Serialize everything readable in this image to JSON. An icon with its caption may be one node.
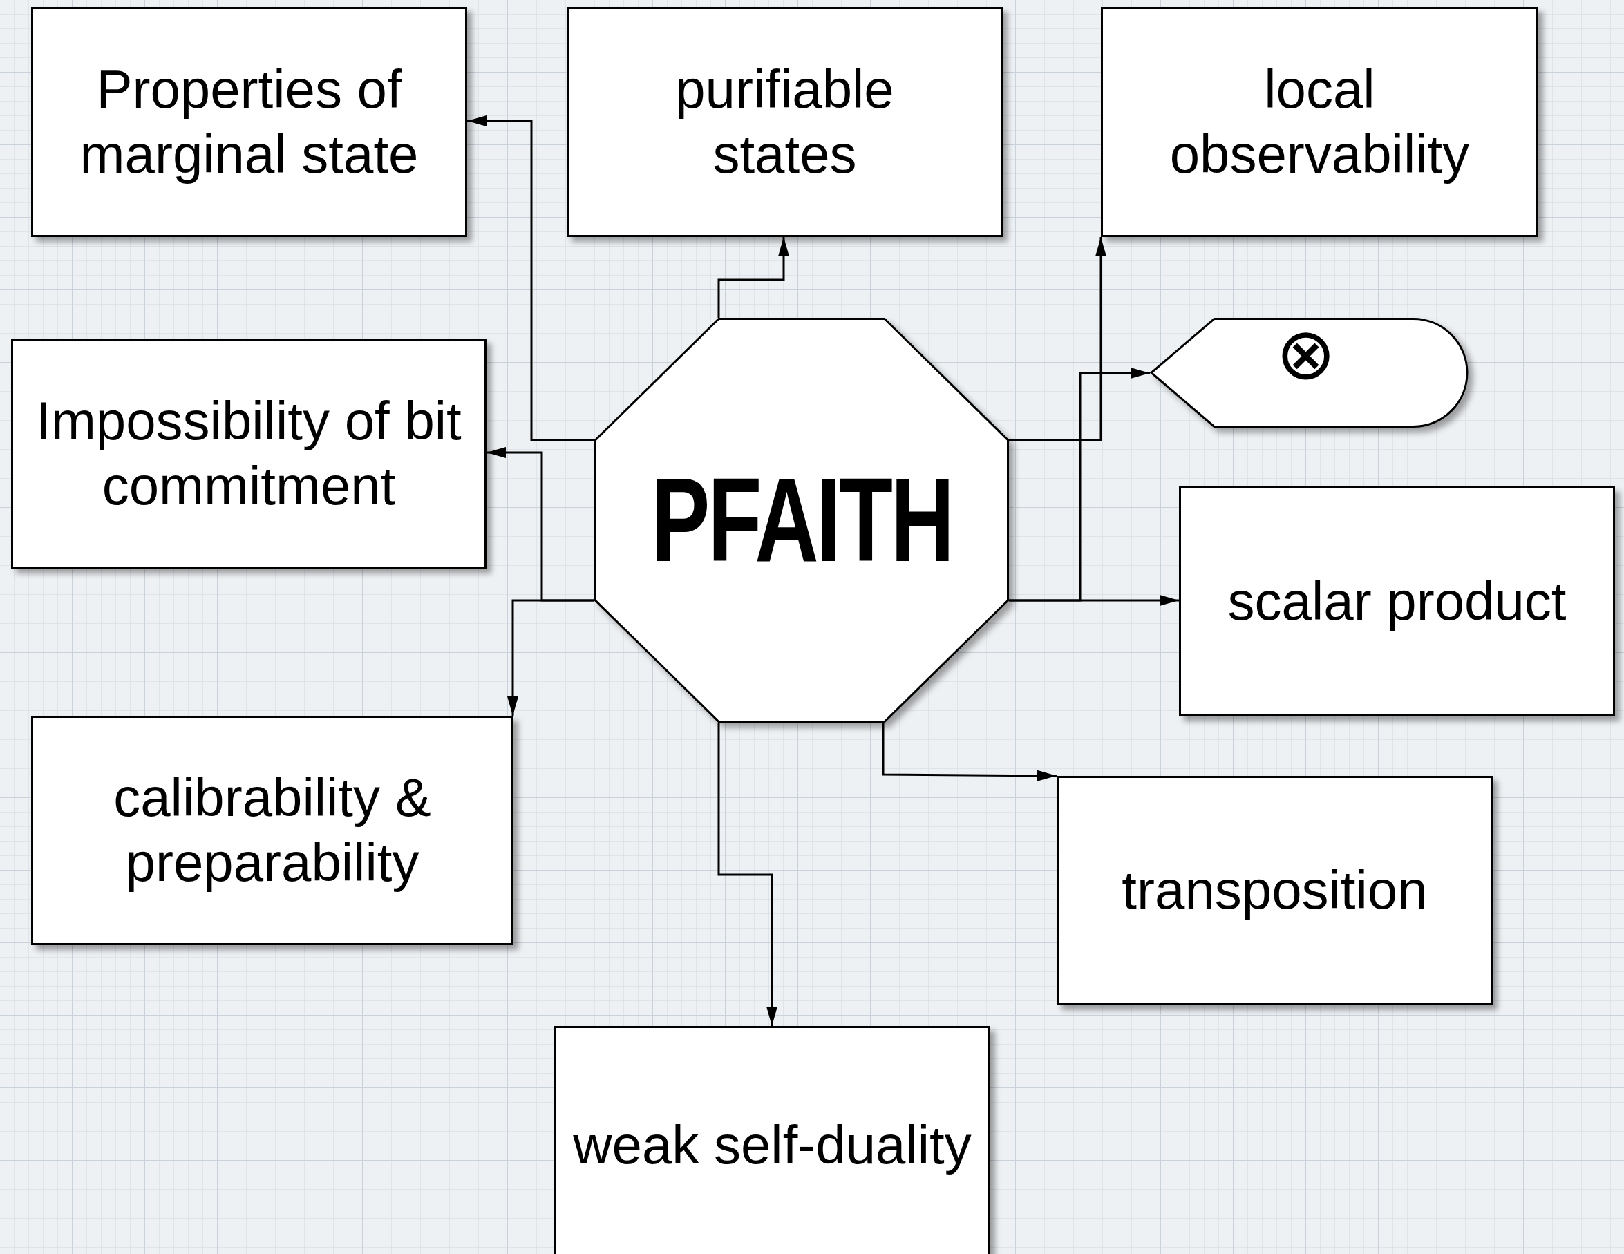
{
  "diagram": {
    "nodes": [
      {
        "text": [
          "Properties of marginal state"
        ]
      },
      {
        "text": [
          "purifiable states"
        ]
      },
      {
        "text": [
          "local observability"
        ]
      },
      {
        "text": [
          "⊗"
        ]
      },
      {
        "text": [
          "Impossibility of bit commitment"
        ]
      },
      {
        "text": [
          "PFAITH"
        ]
      },
      {
        "text": [
          "scalar product"
        ]
      },
      {
        "text": [
          "calibrability & preparability"
        ]
      },
      {
        "text": [
          "transposition"
        ]
      },
      {
        "text": [
          "weak self-duality"
        ]
      }
    ],
    "edges": [
      {
        "from": 5,
        "to": 0,
        "arrow": "to"
      },
      {
        "from": 5,
        "to": 1,
        "arrow": "to"
      },
      {
        "from": 5,
        "to": 2,
        "arrow": "to"
      },
      {
        "from": 5,
        "to": 3,
        "arrow": "to"
      },
      {
        "from": 5,
        "to": 4,
        "arrow": "to"
      },
      {
        "from": 5,
        "to": 6,
        "arrow": "to"
      },
      {
        "from": 5,
        "to": 7,
        "arrow": "to"
      },
      {
        "from": 5,
        "to": 8,
        "arrow": "to"
      },
      {
        "from": 5,
        "to": 9,
        "arrow": "to"
      }
    ]
  }
}
